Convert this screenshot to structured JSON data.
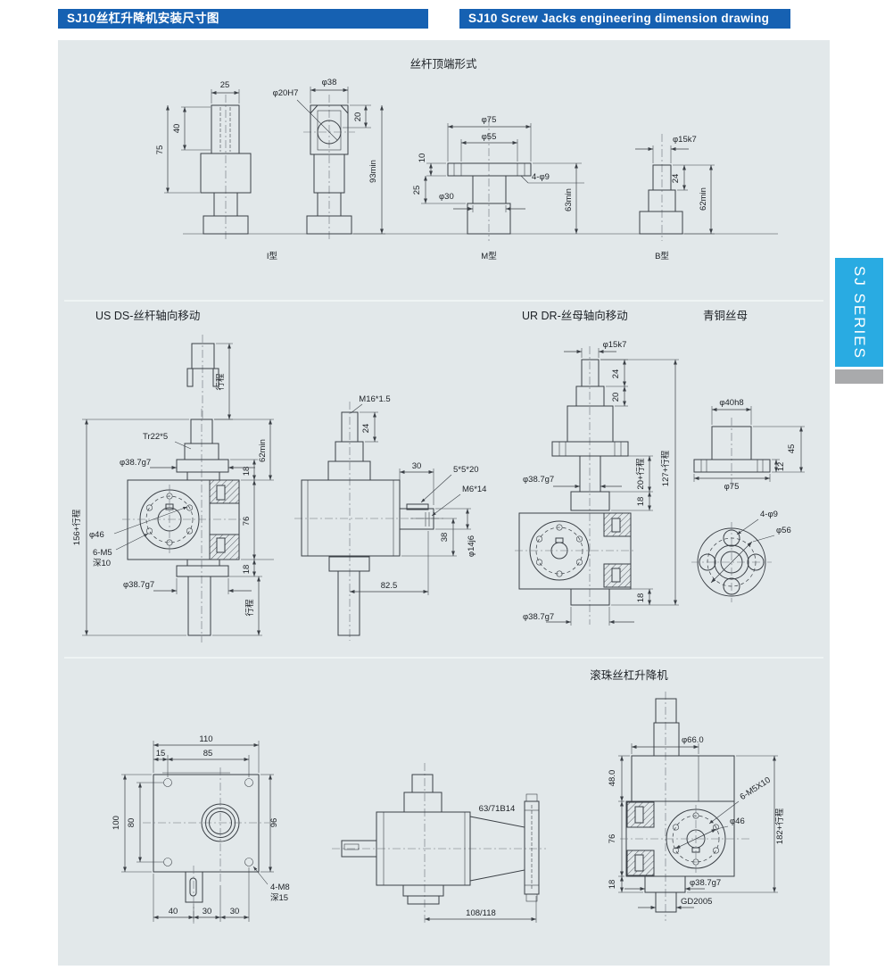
{
  "header": {
    "title_zh": "SJ10丝杠升降机安装尺寸图",
    "title_en": "SJ10 Screw Jacks engineering dimension drawing"
  },
  "side_tab": {
    "label": "SJ SERIES"
  },
  "top_section": {
    "title": "丝杆顶端形式",
    "type_i": {
      "label": "I型",
      "dim_25": "25",
      "dim_40": "40",
      "dim_75": "75",
      "dim_d20": "φ20H7",
      "dim_d38": "φ38",
      "dim_20": "20",
      "dim_93": "93min"
    },
    "type_m": {
      "label": "M型",
      "dim_d75": "φ75",
      "dim_d55": "φ55",
      "dim_10": "10",
      "dim_25": "25",
      "dim_d30": "φ30",
      "dim_holes": "4-φ9",
      "dim_63": "63min"
    },
    "type_b": {
      "label": "B型",
      "dim_d15": "φ15k7",
      "dim_24": "24",
      "dim_62": "62min"
    }
  },
  "mid_section": {
    "us_ds": {
      "title": "US  DS-丝杆轴向移动",
      "stroke_top": "行程",
      "dim_tr": "Tr22*5",
      "dim_d387_top": "φ38.7g7",
      "dim_62": "62min",
      "dim_18_top": "18",
      "dim_76": "76",
      "dim_18_bot": "18",
      "dim_total": "156+行程",
      "dim_d46": "φ46",
      "dim_m5": "6-M5",
      "dim_deep": "深10",
      "dim_d387_bot": "φ38.7g7",
      "stroke_bot": "行程"
    },
    "side_view": {
      "dim_m16": "M16*1.5",
      "dim_24": "24",
      "dim_30": "30",
      "dim_key": "5*5*20",
      "dim_m6": "M6*14",
      "dim_38": "38",
      "dim_d14": "φ14j6",
      "dim_825": "82.5"
    },
    "ur_dr": {
      "title": "UR  DR-丝母轴向移动",
      "dim_d15": "φ15k7",
      "dim_24": "24",
      "dim_20": "20",
      "dim_total": "127+行程",
      "dim_stroke": "20+行程",
      "dim_18_mid": "18",
      "dim_d387_top": "φ38.7g7",
      "dim_18_bot": "18",
      "dim_d387_bot": "φ38.7g7"
    },
    "nut": {
      "title": "青铜丝母",
      "dim_d40": "φ40h8",
      "dim_45": "45",
      "dim_12": "12",
      "dim_d75": "φ75",
      "dim_holes": "4-φ9",
      "dim_d56": "φ56"
    }
  },
  "bottom_section": {
    "title": "滚珠丝杠升降机",
    "front_view": {
      "dim_110": "110",
      "dim_15": "15",
      "dim_85": "85",
      "dim_100": "100",
      "dim_80": "80",
      "dim_96": "96",
      "dim_40": "40",
      "dim_30a": "30",
      "dim_30b": "30",
      "dim_m8": "4-M8",
      "dim_deep": "深15"
    },
    "side_view": {
      "dim_motor": "63/71B14",
      "dim_108": "108/118"
    },
    "section_view": {
      "dim_d66": "φ66.0",
      "dim_48": "48.0",
      "dim_76": "76",
      "dim_18": "18",
      "dim_m5": "6-M5X10",
      "dim_d46": "φ46",
      "dim_total": "182+行程",
      "dim_d387": "φ38.7g7",
      "dim_model": "GD2005"
    }
  },
  "colors": {
    "header_bar": "#1661b2",
    "panel_bg": "#e2e8ea",
    "tab_cyan": "#29abe2",
    "tab_gray": "#a9aaac",
    "line": "#3b4046"
  }
}
